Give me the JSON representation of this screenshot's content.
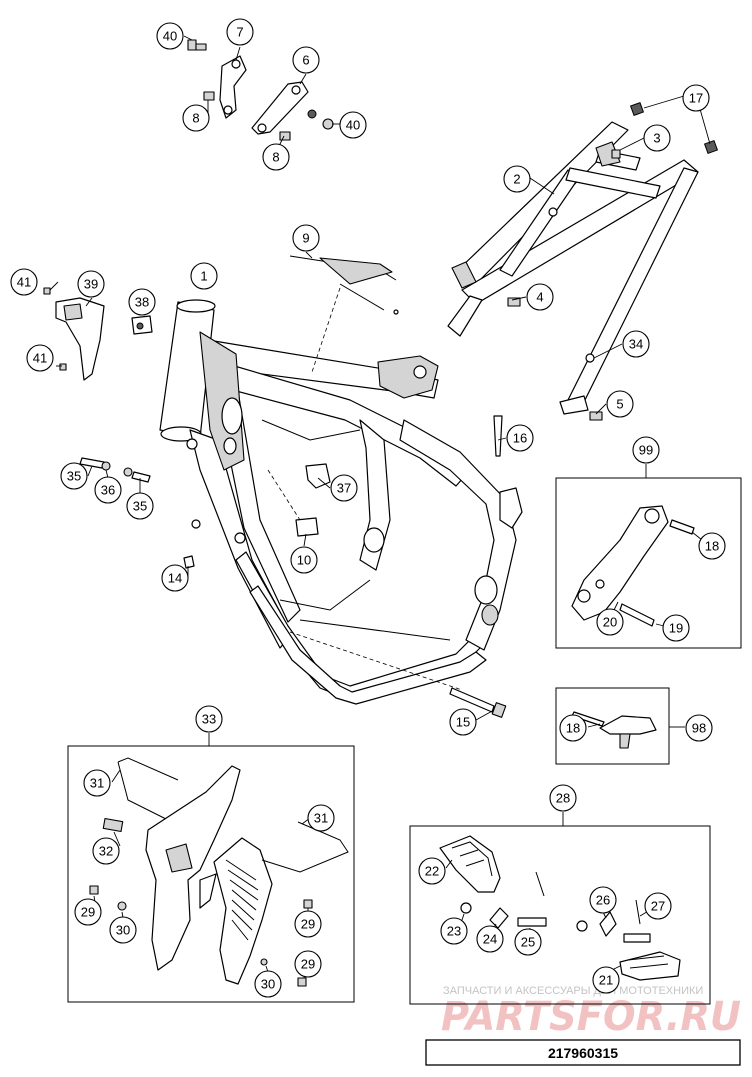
{
  "diagram": {
    "callouts": [
      {
        "key": "c40a",
        "num": "40"
      },
      {
        "key": "c7",
        "num": "7"
      },
      {
        "key": "c6",
        "num": "6"
      },
      {
        "key": "c8a",
        "num": "8"
      },
      {
        "key": "c8b",
        "num": "8"
      },
      {
        "key": "c40b",
        "num": "40"
      },
      {
        "key": "c17",
        "num": "17"
      },
      {
        "key": "c3",
        "num": "3"
      },
      {
        "key": "c2",
        "num": "2"
      },
      {
        "key": "c4",
        "num": "4"
      },
      {
        "key": "c34",
        "num": "34"
      },
      {
        "key": "c5",
        "num": "5"
      },
      {
        "key": "c9",
        "num": "9"
      },
      {
        "key": "c1",
        "num": "1"
      },
      {
        "key": "c41a",
        "num": "41"
      },
      {
        "key": "c39",
        "num": "39"
      },
      {
        "key": "c38",
        "num": "38"
      },
      {
        "key": "c41b",
        "num": "41"
      },
      {
        "key": "c16",
        "num": "16"
      },
      {
        "key": "c99",
        "num": "99"
      },
      {
        "key": "c37",
        "num": "37"
      },
      {
        "key": "c35a",
        "num": "35"
      },
      {
        "key": "c36",
        "num": "36"
      },
      {
        "key": "c35b",
        "num": "35"
      },
      {
        "key": "c10",
        "num": "10"
      },
      {
        "key": "c18a",
        "num": "18"
      },
      {
        "key": "c14",
        "num": "14"
      },
      {
        "key": "c20",
        "num": "20"
      },
      {
        "key": "c19",
        "num": "19"
      },
      {
        "key": "c15",
        "num": "15"
      },
      {
        "key": "c18b",
        "num": "18"
      },
      {
        "key": "c98",
        "num": "98"
      },
      {
        "key": "c33",
        "num": "33"
      },
      {
        "key": "c31a",
        "num": "31"
      },
      {
        "key": "c31b",
        "num": "31"
      },
      {
        "key": "c28",
        "num": "28"
      },
      {
        "key": "c32",
        "num": "32"
      },
      {
        "key": "c22",
        "num": "22"
      },
      {
        "key": "c26",
        "num": "26"
      },
      {
        "key": "c27",
        "num": "27"
      },
      {
        "key": "c29a",
        "num": "29"
      },
      {
        "key": "c30a",
        "num": "30"
      },
      {
        "key": "c29b",
        "num": "29"
      },
      {
        "key": "c23",
        "num": "23"
      },
      {
        "key": "c24",
        "num": "24"
      },
      {
        "key": "c25",
        "num": "25"
      },
      {
        "key": "c29c",
        "num": "29"
      },
      {
        "key": "c30b",
        "num": "30"
      },
      {
        "key": "c21",
        "num": "21"
      }
    ]
  },
  "watermark": {
    "caption": "ЗАПЧАСТИ И АКСЕССУАРЫ ДЛЯ МОТОТЕХНИКИ",
    "logo": "PARTSFOR.RU"
  },
  "footer": {
    "part_number": "217960315"
  }
}
